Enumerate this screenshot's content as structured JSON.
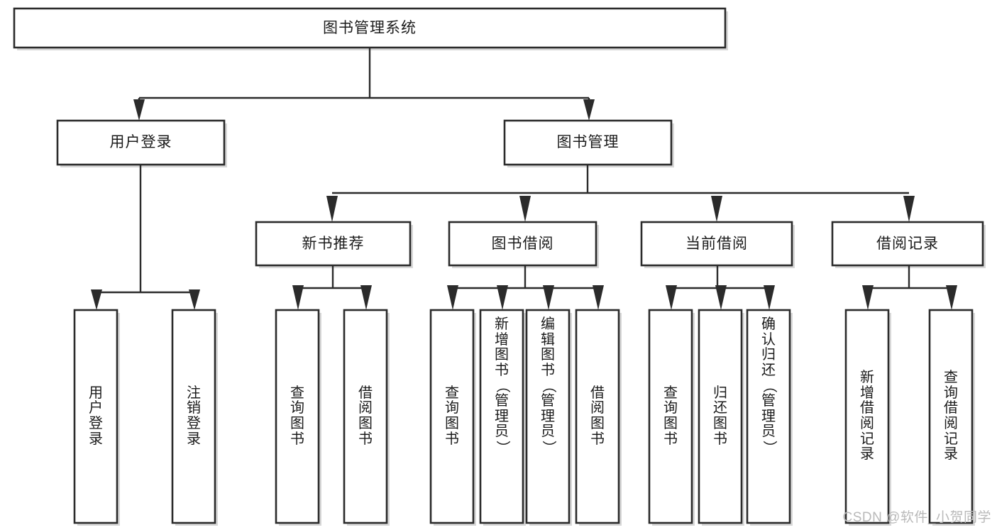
{
  "diagram": {
    "title": "图书管理系统",
    "type": "hierarchy-tree",
    "watermark": "CSDN @软件_小贺同学",
    "colors": {
      "stroke": "#2b2b2b",
      "fill": "#ffffff",
      "text": "#1b1b1b",
      "watermark": "#b9b9b9"
    },
    "levels": {
      "root": {
        "label": "图书管理系统"
      },
      "level2": [
        {
          "label": "用户登录"
        },
        {
          "label": "图书管理"
        }
      ],
      "level3": [
        {
          "label": "新书推荐"
        },
        {
          "label": "图书借阅"
        },
        {
          "label": "当前借阅"
        },
        {
          "label": "借阅记录"
        }
      ],
      "leaves": {
        "user_login": [
          {
            "label": "用户登录"
          },
          {
            "label": "注销登录"
          }
        ],
        "new_book": [
          {
            "label": "查询图书"
          },
          {
            "label": "借阅图书"
          }
        ],
        "book_borrow": [
          {
            "label": "查询图书"
          },
          {
            "label": "新增图书（管理员）"
          },
          {
            "label": "编辑图书（管理员）"
          },
          {
            "label": "借阅图书"
          }
        ],
        "current_borrow": [
          {
            "label": "查询图书"
          },
          {
            "label": "归还图书"
          },
          {
            "label": "确认归还（管理员）"
          }
        ],
        "borrow_record": [
          {
            "label": "新增借阅记录"
          },
          {
            "label": "查询借阅记录"
          }
        ]
      }
    }
  }
}
